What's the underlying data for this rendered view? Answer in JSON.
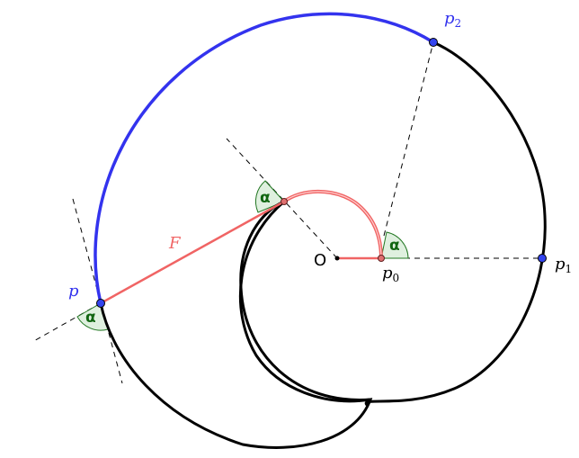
{
  "labels": {
    "origin": "O",
    "p0_base": "p",
    "p0_sub": "0",
    "p1_base": "p",
    "p1_sub": "1",
    "p2_base": "p",
    "p2_sub": "2",
    "p": "p",
    "F": "F",
    "alpha": "α"
  },
  "colors": {
    "curve": "#000000",
    "blue_arc": "#3333ee",
    "red": "#f06464",
    "red_dark": "#b03030",
    "angle_fill": "#dff0df",
    "angle_stroke": "#227722",
    "alpha_text": "#116611",
    "point_blue": "#3344ee",
    "point_red": "#e07070"
  }
}
